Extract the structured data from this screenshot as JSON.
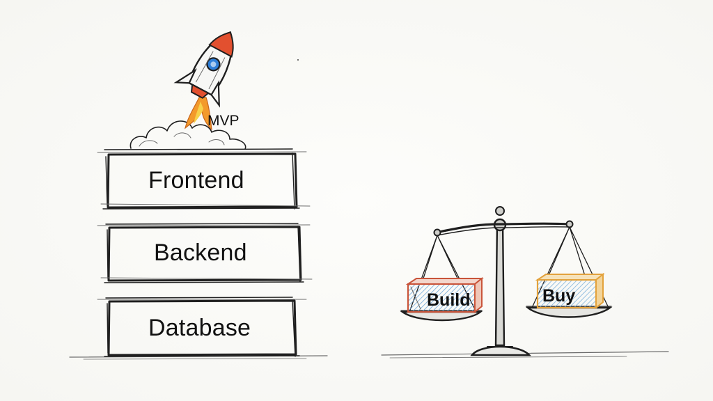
{
  "diagram": {
    "mvp_label": "MVP",
    "stack": [
      "Frontend",
      "Backend",
      "Database"
    ],
    "scale": {
      "left_label": "Build",
      "right_label": "Buy"
    }
  },
  "colors": {
    "ink": "#1f1f1f",
    "rocket_red": "#e2502f",
    "rocket_window": "#2f7fd8",
    "flame_orange": "#f39a2b",
    "flame_yellow": "#f7d14a",
    "build_box_red": "#c9543a",
    "build_box_hatch": "#6fa6d8",
    "buy_box_orange": "#e3a23c",
    "buy_box_hatch": "#7fb3dc"
  }
}
